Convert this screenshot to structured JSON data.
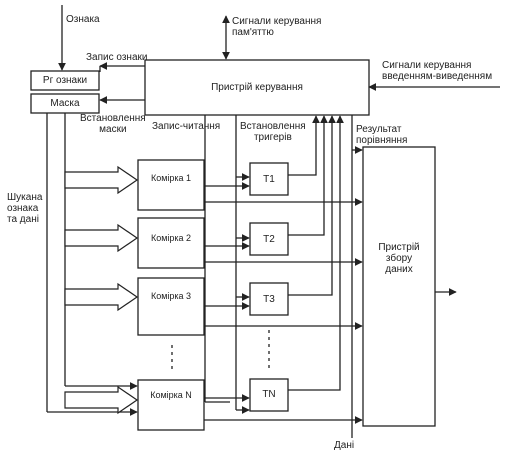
{
  "labels": {
    "feature": "Ознака",
    "write_feature": "Запис ознаки",
    "memory_control": "Сигнали керування\nпам'яттю",
    "io_control": "Сигнали керування\nвведенням-виведенням",
    "set_mask": "Встановлення\nмаски",
    "read_write": "Запис-читання",
    "set_triggers": "Встановлення\nтригерів",
    "compare_result": "Результат\nпорівняння",
    "search_feature": "Шукана\nознака\nта дані",
    "data": "Дані"
  },
  "boxes": {
    "rg_feature": "Рг ознаки",
    "mask": "Маска",
    "control_unit": "Пристрій керування",
    "cell_1": "Комірка 1",
    "cell_2": "Комірка 2",
    "cell_3": "Комірка 3",
    "cell_n": "Комірка N",
    "trigger_1": "T1",
    "trigger_2": "T2",
    "trigger_3": "T3",
    "trigger_n": "TN",
    "collector": "Пристрій\nзбору\nданих"
  }
}
